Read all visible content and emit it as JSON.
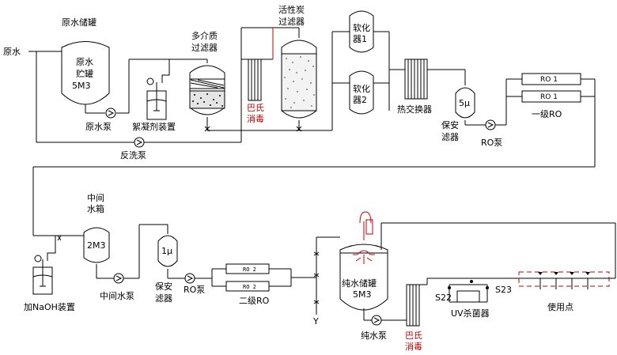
{
  "labels": {
    "raw_water": "原水",
    "raw_tank_title": "原水储罐",
    "raw_tank_body1": "原水",
    "raw_tank_body2": "贮罐",
    "raw_tank_cap": "5M3",
    "raw_pump": "原水泵",
    "flocculant": "絮凝剂装置",
    "backwash_pump": "反洗泵",
    "multimedia1": "多介质",
    "multimedia2": "过滤器",
    "carbon1": "活性炭",
    "carbon2": "过滤器",
    "pasteur1_a": "巴氏",
    "pasteur1_b": "消毒",
    "softener1_a": "软化",
    "softener1_b": "器1",
    "softener2_a": "软化",
    "softener2_b": "器2",
    "heat_exchanger": "热交换器",
    "filter5": "5μ",
    "security_filter1_a": "保安",
    "security_filter1_b": "滤器",
    "ro_pump1": "RO泵",
    "ro1_a": "RO 1",
    "ro1_b": "RO 1",
    "primary_ro": "一级RO",
    "mid_tank_a": "中间",
    "mid_tank_b": "水箱",
    "mid_tank_cap": "2M3",
    "naoh": "加NaOH装置",
    "mid_pump": "中间水泵",
    "filter1": "1μ",
    "security_filter2_a": "保安",
    "security_filter2_b": "滤器",
    "ro_pump2": "RO泵",
    "ro2_a": "RO 2",
    "ro2_b": "RO 2",
    "secondary_ro": "二级RO",
    "y_mark": "Y",
    "pure_tank_a": "纯水储罐",
    "pure_tank_cap": "5M3",
    "pure_pump": "纯水泵",
    "pasteur2_a": "巴氏",
    "pasteur2_b": "消毒",
    "s22": "S22",
    "s23": "S23",
    "uv": "UV杀菌器",
    "use_point": "使用点"
  },
  "colors": {
    "line": "#000000",
    "accent": "#c00000"
  }
}
